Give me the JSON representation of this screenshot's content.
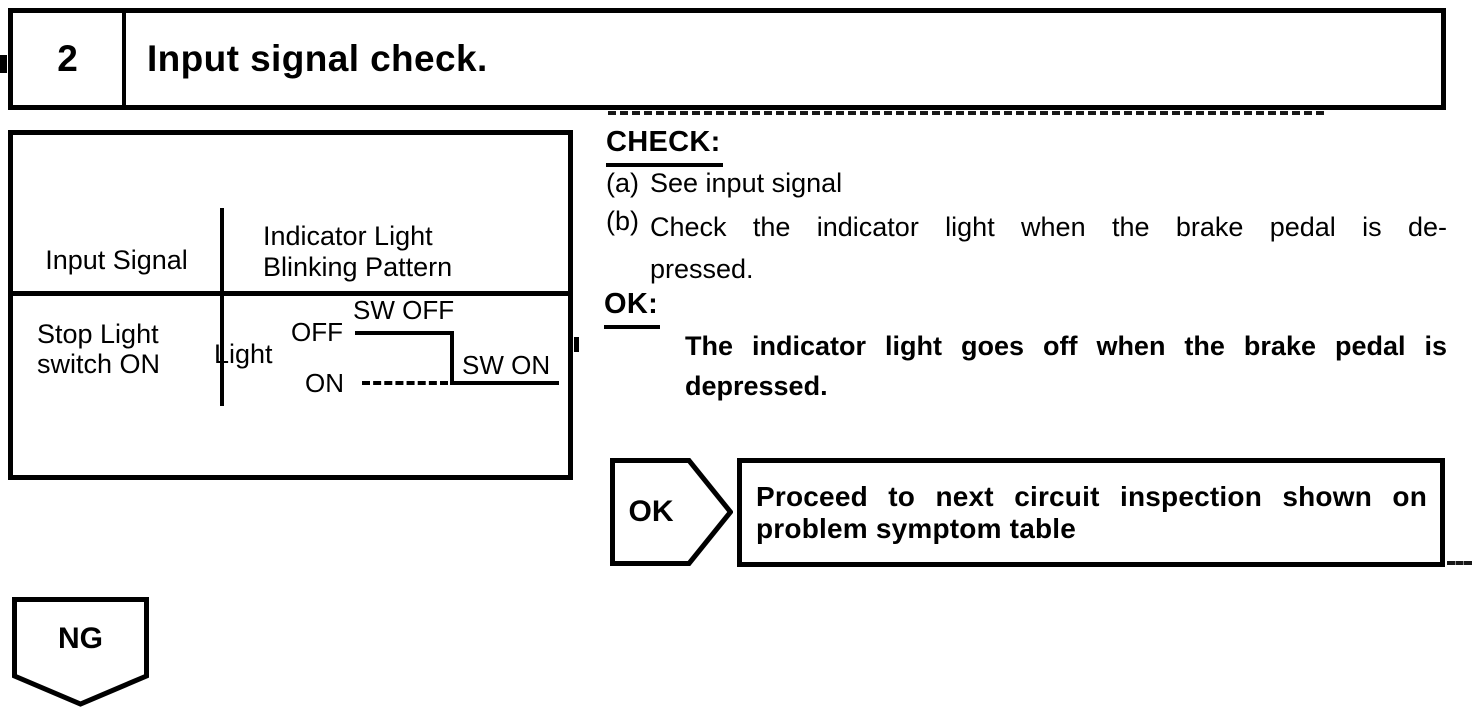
{
  "page": {
    "paper": "#ffffff",
    "ink": "#000000"
  },
  "step": {
    "number": "2",
    "title": "Input signal check."
  },
  "signal_table": {
    "col1_header": "Input Signal",
    "col2_header": [
      "Indicator Light",
      "Blinking Pattern"
    ],
    "row1_col1": [
      "Stop Light",
      "switch ON"
    ]
  },
  "waveform": {
    "source_label": "Light",
    "high_label": "OFF",
    "low_label": "ON",
    "high_segment_label": "SW OFF",
    "low_segment_label": "SW ON"
  },
  "check": {
    "heading": "CHECK:",
    "item_a_label": "(a)",
    "item_a_text": "See input signal",
    "item_b_label": "(b)",
    "item_b_lines": [
      "Check the indicator light when the brake pedal is de-",
      "pressed."
    ]
  },
  "ok": {
    "heading": "OK:",
    "lines": [
      "The indicator light goes off when the brake pedal is",
      "depressed."
    ]
  },
  "flow": {
    "ok_connector_label": "OK",
    "result_lines": [
      "Proceed to next circuit inspection shown on",
      "problem symptom table"
    ],
    "ng_connector_label": "NG"
  }
}
